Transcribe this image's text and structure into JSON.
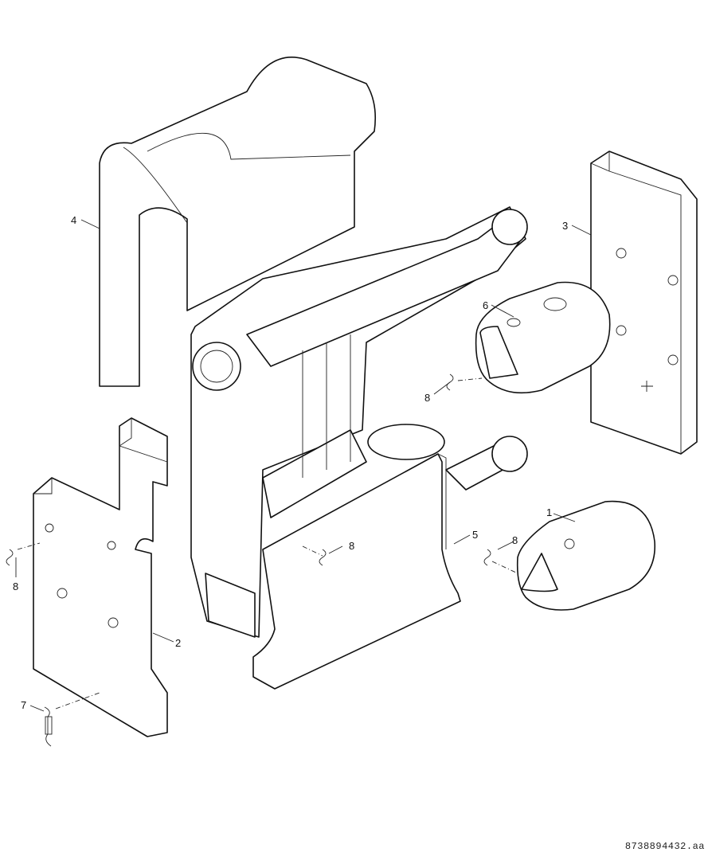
{
  "labels": {
    "p1": "1",
    "p2": "2",
    "p3": "3",
    "p4": "4",
    "p5": "5",
    "p6": "6",
    "p7": "7",
    "p8a": "8",
    "p8b": "8",
    "p8c": "8",
    "p8d": "8"
  },
  "drawing_code": "8738894432.aa"
}
